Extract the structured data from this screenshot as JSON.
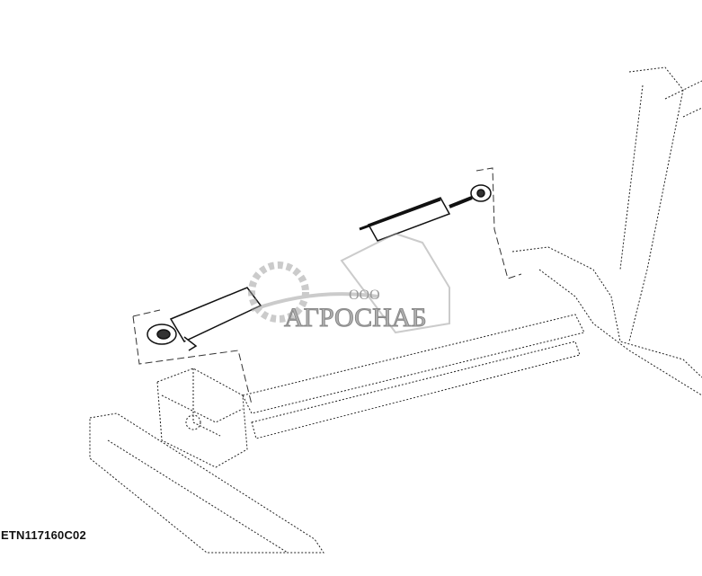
{
  "figure": {
    "id_label": "ETN117160C02"
  },
  "watermark": {
    "prefix": "ООО",
    "name": "АГРОСНАБ",
    "icon": "gear-combine-harvester-logo",
    "color": "#a8a8a8"
  }
}
